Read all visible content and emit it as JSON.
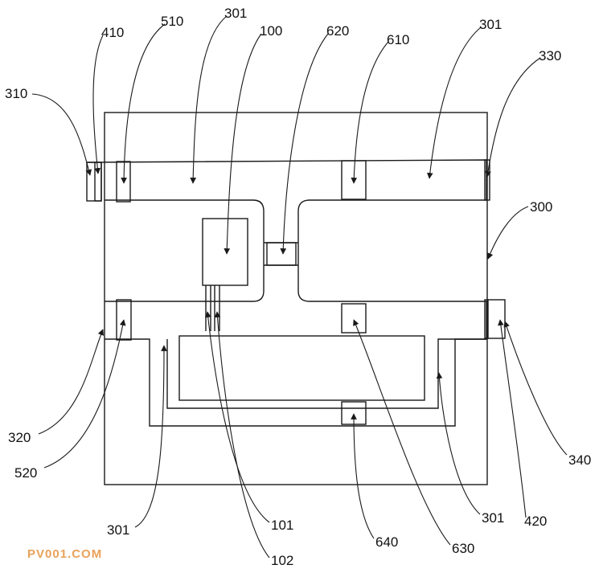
{
  "labels": {
    "l410": "410",
    "l510": "510",
    "l301_top_left": "301",
    "l100": "100",
    "l620": "620",
    "l610": "610",
    "l301_top_right": "301",
    "l330": "330",
    "l310": "310",
    "l300": "300",
    "l320": "320",
    "l520": "520",
    "l340": "340",
    "l301_bottom_left": "301",
    "l101": "101",
    "l102": "102",
    "l640": "640",
    "l630": "630",
    "l301_bottom_right": "301",
    "l420": "420"
  },
  "watermark": "PV001.COM",
  "colors": {
    "line": "#1a1a1a",
    "text": "#111111",
    "watermark": "#e9a15a"
  }
}
